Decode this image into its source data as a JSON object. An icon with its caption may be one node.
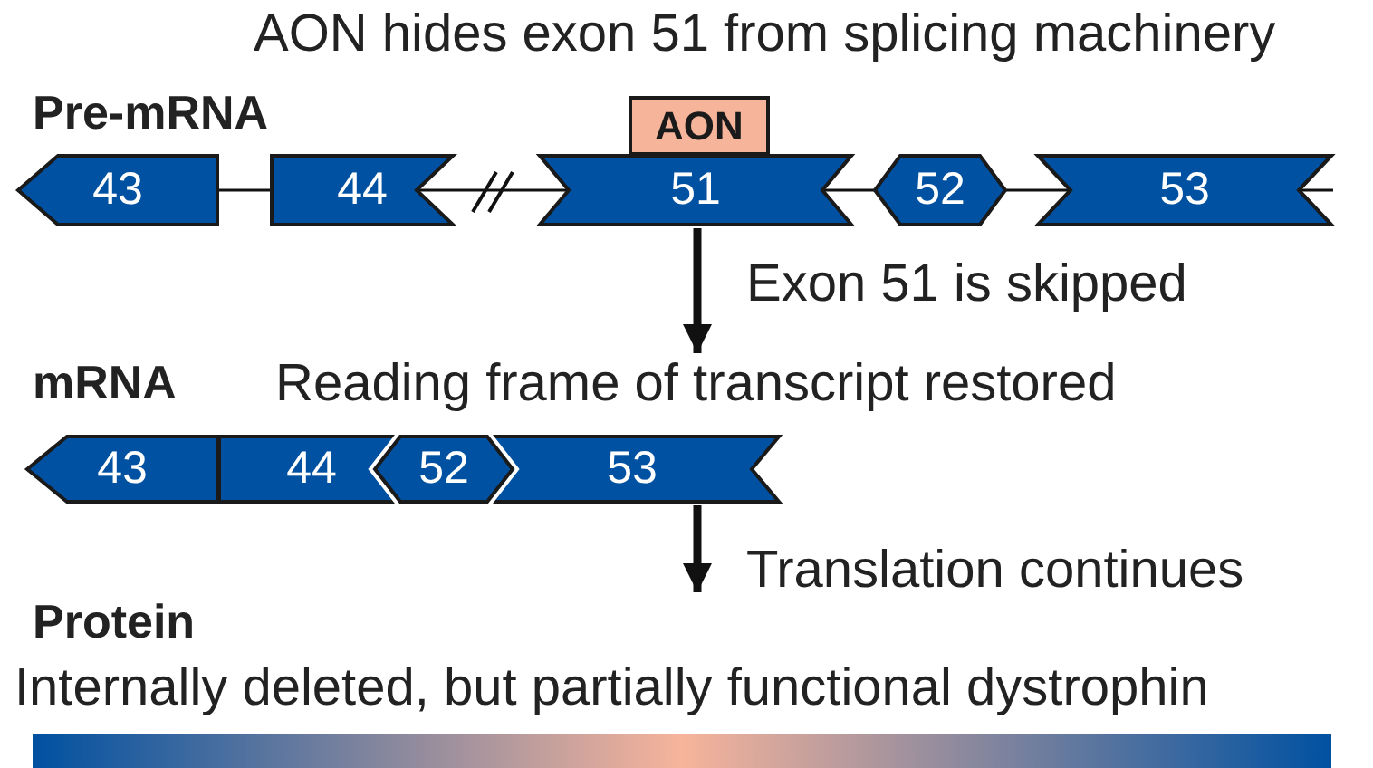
{
  "diagram": {
    "nodes": [
      {
        "text": [
          "43"
        ]
      },
      {
        "text": [
          "44"
        ]
      },
      {
        "text": [
          "51"
        ]
      },
      {
        "text": [
          "52"
        ]
      },
      {
        "text": [
          "53"
        ]
      },
      {
        "text": [
          "AON"
        ]
      },
      {
        "text": [
          "mRNA",
          "Reading frame of transcript restored"
        ]
      },
      {
        "text": [
          "43"
        ],
        "in": 6
      },
      {
        "text": [
          "44"
        ],
        "in": 6
      },
      {
        "text": [
          "52"
        ],
        "in": 6
      },
      {
        "text": [
          "53"
        ],
        "in": 6
      },
      {
        "text": [
          "Protein",
          "Internally deleted, but partially functional dystrophin"
        ]
      }
    ],
    "edges": [
      {
        "from": 0,
        "to": 1,
        "arrow": "none"
      },
      {
        "from": 1,
        "to": 2,
        "arrow": "none"
      },
      {
        "from": 2,
        "to": 3,
        "arrow": "none"
      },
      {
        "from": 3,
        "to": 4,
        "arrow": "none"
      },
      {
        "from": 4,
        "to": null,
        "arrow": "none"
      },
      {
        "from": 2,
        "to": 6,
        "arrow": "to",
        "label": "Exon 51 is skipped",
        "style": "thick"
      },
      {
        "from": 10,
        "to": 11,
        "arrow": "to",
        "label": "Translation continues",
        "style": "thick"
      }
    ],
    "labels": [
      "AON hides exon 51 from splicing machinery",
      "Pre-mRNA"
    ]
  }
}
